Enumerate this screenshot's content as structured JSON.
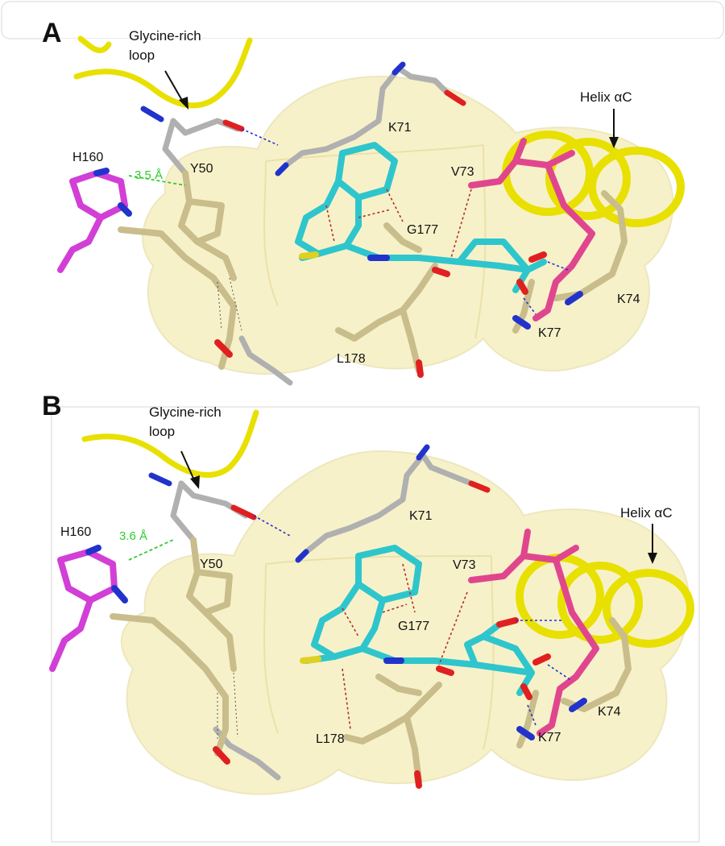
{
  "panels": [
    {
      "letter": "A",
      "callouts": {
        "glycine_loop": "Glycine-rich\nloop",
        "helix": "Helix αC"
      },
      "distance_label": "3.5 Å",
      "residues": [
        "H160",
        "Y50",
        "K71",
        "V73",
        "G177",
        "K74",
        "K77",
        "L178"
      ]
    },
    {
      "letter": "B",
      "callouts": {
        "glycine_loop": "Glycine-rich\nloop",
        "helix": "Helix αC"
      },
      "distance_label": "3.6 Å",
      "residues": [
        "H160",
        "Y50",
        "K71",
        "V73",
        "G177",
        "K74",
        "K77",
        "L178"
      ]
    }
  ],
  "colors": {
    "surface": "#f2e6a0",
    "surface_edge": "#e0d48a",
    "ribbon": "#e8e000",
    "ligand": "#2ec6cc",
    "magenta": "#d23fd6",
    "pink": "#e0468e",
    "tan": "#c9bd8c",
    "grey": "#b0b0b0",
    "nitrogen": "#2233cc",
    "oxygen": "#e02020",
    "sulfur": "#e0d020",
    "distance": "#2ecc2e"
  }
}
